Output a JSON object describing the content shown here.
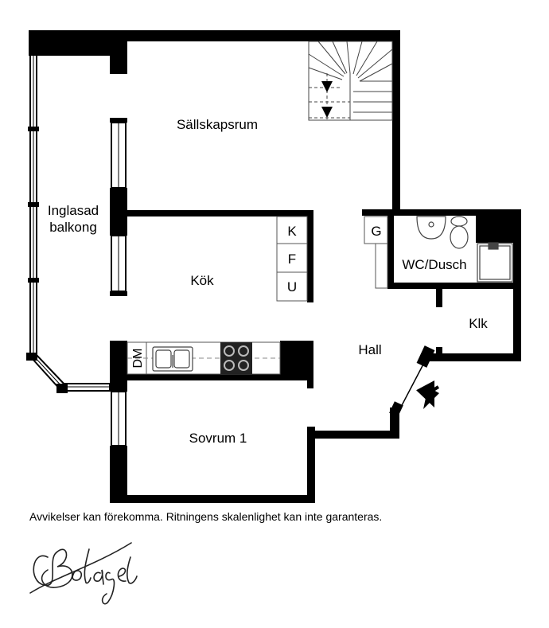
{
  "rooms": {
    "sallskapsrum": "Sällskapsrum",
    "balkong_line1": "Inglasad",
    "balkong_line2": "balkong",
    "kok": "Kök",
    "hall": "Hall",
    "wc": "WC/Dusch",
    "klk": "Klk",
    "sovrum": "Sovrum 1"
  },
  "fixtures": {
    "kfu_k": "K",
    "kfu_f": "F",
    "kfu_u": "U",
    "g": "G",
    "dm": "DM"
  },
  "disclaimer": "Avvikelser kan förekomma. Ritningens skalenlighet kan inte garanteras.",
  "signature": "Bolaget",
  "colors": {
    "wall": "#000000",
    "background": "#ffffff",
    "fixture_line": "#555555"
  },
  "icons": [
    "entrance-arrow-icon",
    "stair-arrow-icon",
    "sink-icon",
    "toilet-icon",
    "shower-icon",
    "stove-icon"
  ]
}
